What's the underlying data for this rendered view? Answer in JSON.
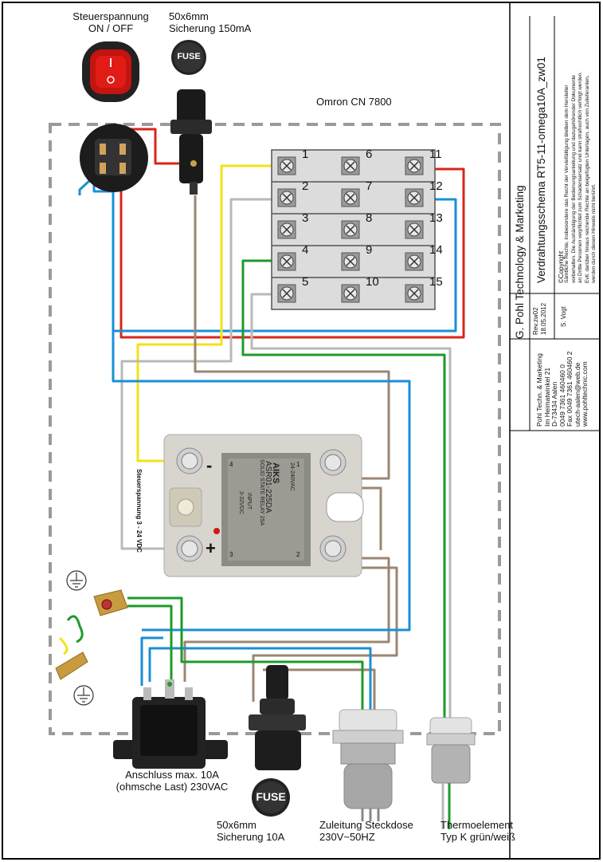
{
  "labels": {
    "switch_title_1": "Steuerspannung",
    "switch_title_2": "ON / OFF",
    "fuse_top_1": "50x6mm",
    "fuse_top_2": "Sicherung 150mA",
    "controller": "Omron CN 7800",
    "ssr_side": "Steuerspannung 3 - 24 VDC",
    "inlet_1": "Anschluss max. 10A",
    "inlet_2": "(ohmsche Last) 230VAC",
    "fuse_bottom_1": "50x6mm",
    "fuse_bottom_2": "Sicherung 10A",
    "supply_1": "Zuleitung Steckdose",
    "supply_2": "230V~50HZ",
    "thermo_1": "Thermoelement",
    "thermo_2": "Typ K grün/weiß",
    "fuse_cap": "FUSE",
    "minus": "-",
    "plus": "+"
  },
  "terminals": [
    "1",
    "6",
    "11",
    "2",
    "7",
    "12",
    "3",
    "8",
    "13",
    "4",
    "9",
    "14",
    "5",
    "10",
    "15"
  ],
  "ssr": {
    "brand": "AIKS",
    "model": "ASR01-225DA",
    "desc": "SOLID STATE RELAY 25A",
    "ac": "24-240VAC",
    "input": "INPUT",
    "dc": "3-32VDC",
    "n1": "1",
    "n2": "2",
    "n3": "3",
    "n4": "4"
  },
  "title_block": {
    "company": "G. Pohl Technology & Marketing",
    "doc_title": "Verdrahtungsschema  RT5-11-omega10A_zw01",
    "rev_label": "Rev.zw02",
    "rev_date": "18.05.2012",
    "author": "S. Vogt",
    "copyright_head": "©Copyright",
    "copyright_lines": [
      "Sämtliche Rechte, insbesondere das Recht  der Vervielfältigung bleiben dem Hersteller",
      "vorbehalten. Die Aushändigung der Bedienungsanleitung und dazugehörender Dokumente",
      "an Dritte Personen verpflichtet zum Schadensersatz und kann strafrechtlich verfolgt werden.",
      "Evtl. darüber hinaus reichende Rechte an beigefügten Unterlagen, auch von Zulieferanten,",
      "werden durch diesen Hinweis nicht berührt."
    ],
    "address_lines": [
      "Pohl Techn.  & Marketing",
      "Im Heimatwinkel 21",
      "D-73434 Aalen",
      "0049 7361 460460 0",
      "Fax 0049 7361 460460 2",
      "utech-aalen@web.de",
      "www.pohltechnic.com"
    ]
  },
  "colors": {
    "red": "#d8261c",
    "blue": "#1a8fd6",
    "yellow": "#f2e21a",
    "green": "#1e9a2a",
    "grey": "#b9b9b9",
    "brown": "#9b8672",
    "dash": "#9a9a9a"
  }
}
